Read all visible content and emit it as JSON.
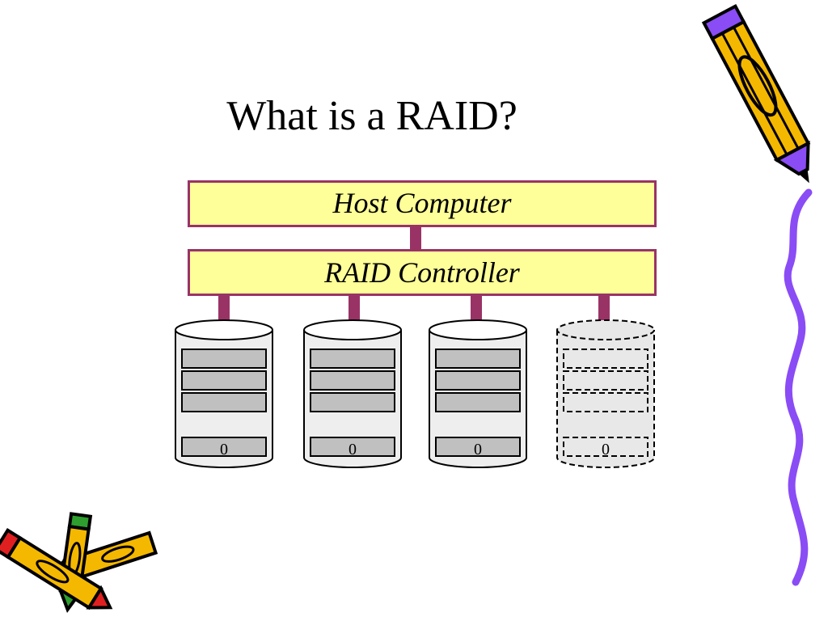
{
  "slide": {
    "title": "What is a RAID?"
  },
  "diagram": {
    "host": {
      "label": "Host Computer"
    },
    "controller": {
      "label": "RAID Controller"
    },
    "disks": [
      {
        "index_label": "0",
        "style": "solid"
      },
      {
        "index_label": "0",
        "style": "solid"
      },
      {
        "index_label": "0",
        "style": "solid"
      },
      {
        "index_label": "0",
        "style": "dashed"
      }
    ]
  },
  "colors": {
    "box_fill": "#ffff99",
    "box_border": "#993366",
    "connector": "#993366",
    "disk_body": "#eeeeee",
    "disk_slot": "#c0c0c0",
    "pencil_yellow": "#f5b800",
    "squiggle": "#8a4cf5"
  },
  "icons": {
    "disk": "disk-cylinder-icon",
    "pencil": "pencil-clipart-icon",
    "squiggle": "squiggle-line-decoration"
  }
}
